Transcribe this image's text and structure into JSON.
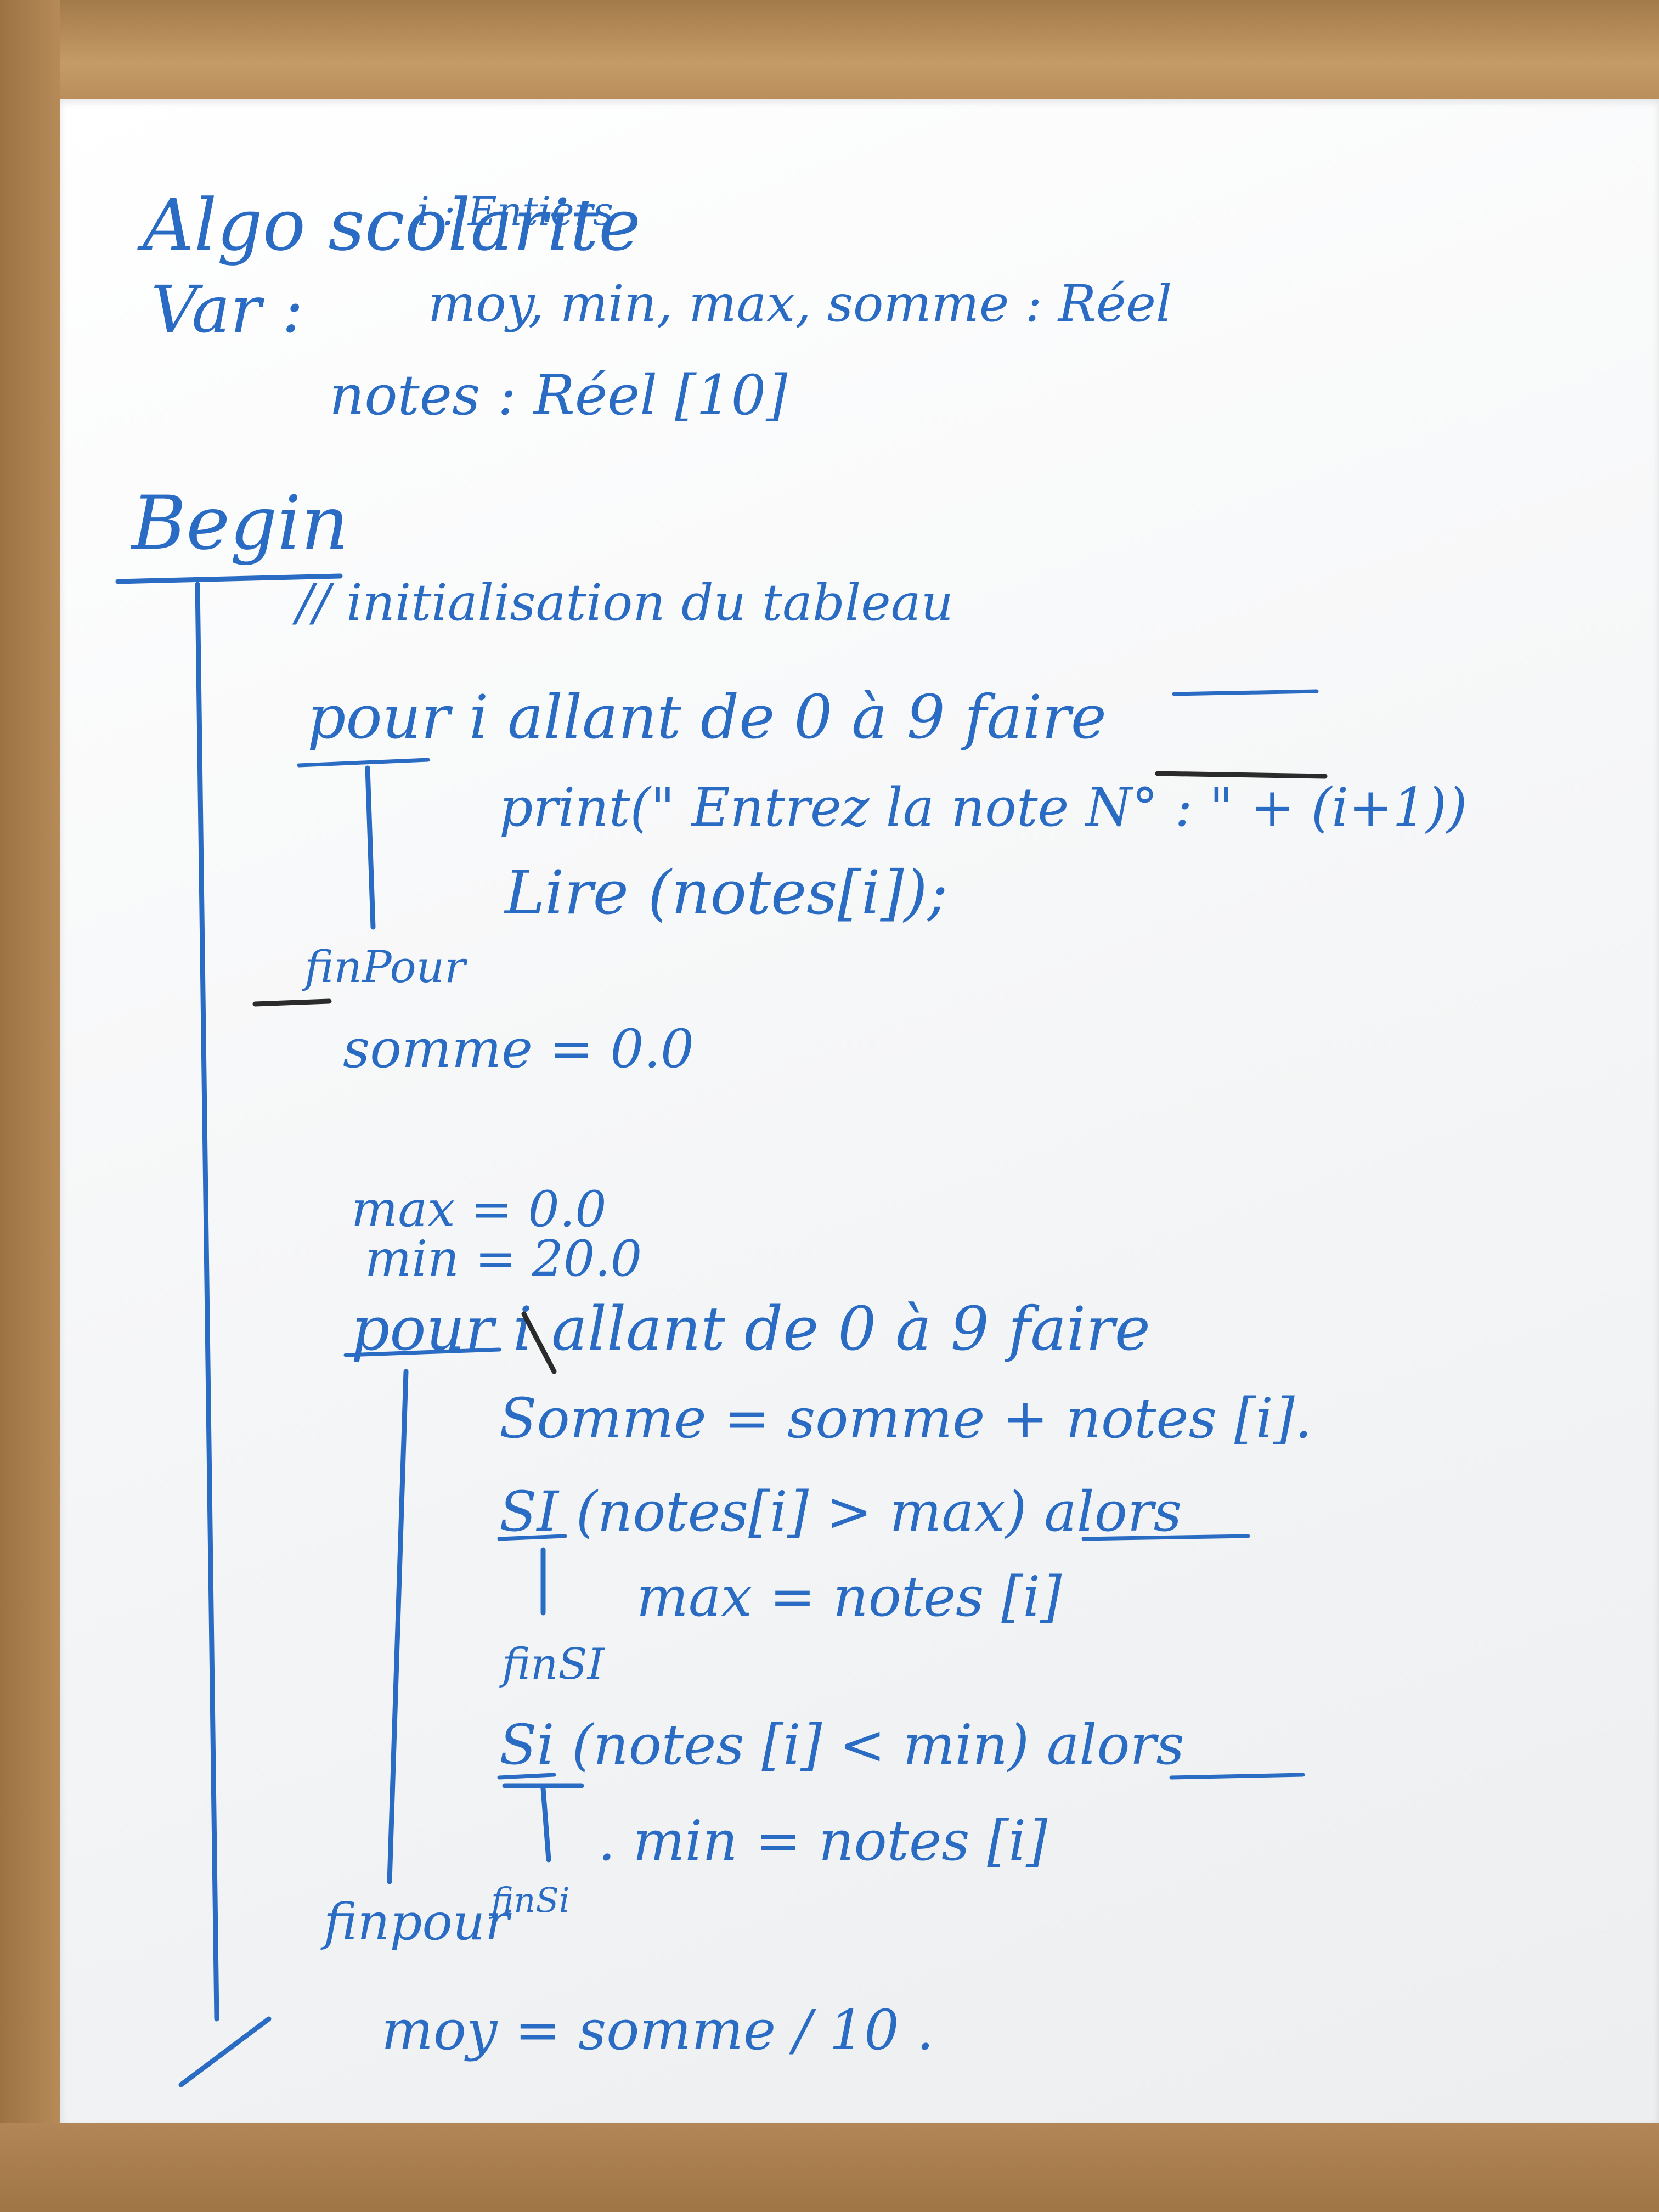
{
  "board": {
    "lines": [
      "Algo scolarite",
      "i : Entiers",
      "Var :",
      "moy, min, max, somme : Réel",
      "notes : Réel [10]",
      "Begin",
      "// initialisation du tableau",
      "pour i allant de 0 à 9 faire",
      "print(\" Entrez la note N° : \" + (i+1))",
      "Lire (notes[i]);",
      "finPour",
      "somme = 0.0",
      "max = 0.0",
      "min = 20.0",
      "pour i allant de 0 à 9 faire",
      "Somme = somme + notes [i].",
      "SI (notes[i] > max) alors",
      "max = notes [i]",
      "finSI",
      "Si (notes [i] < min) alors",
      ". min = notes [i]",
      "finpour",
      "finSi",
      "moy = somme / 10 ."
    ]
  }
}
